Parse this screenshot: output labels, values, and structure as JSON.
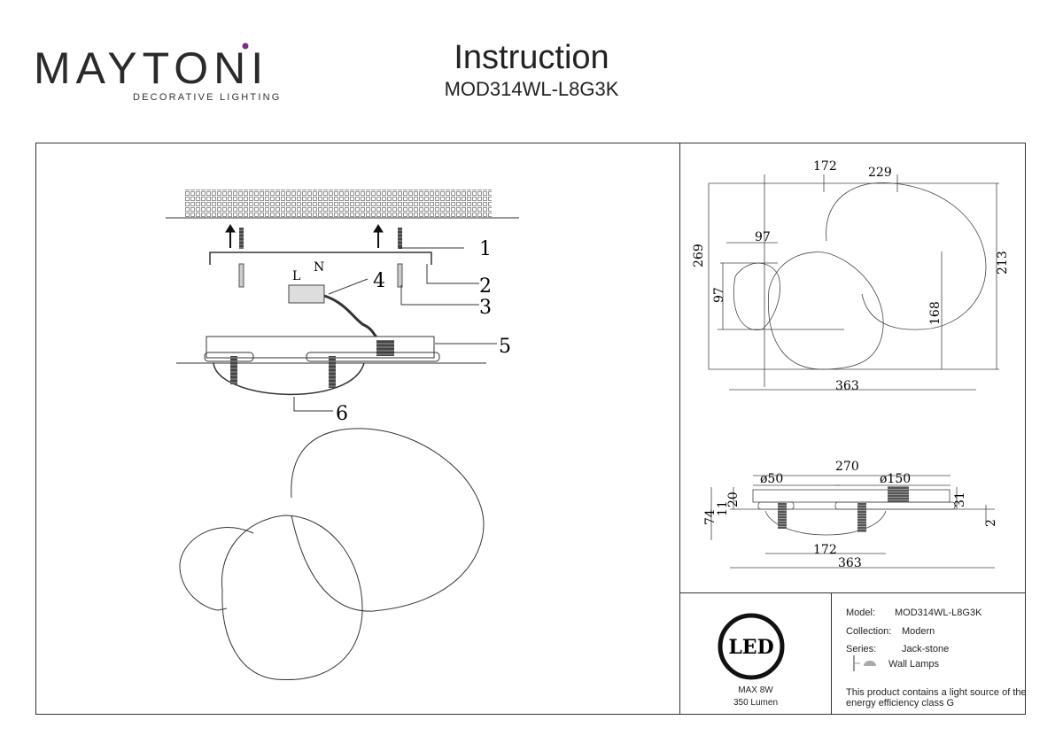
{
  "brand": {
    "name": "MAYTONI",
    "tagline": "DECORATIVE LIGHTING"
  },
  "header": {
    "title": "Instruction",
    "model": "MOD314WL-L8G3K"
  },
  "assembly": {
    "callouts": [
      "1",
      "2",
      "3",
      "4",
      "5",
      "6"
    ],
    "terminal_labels": {
      "live": "L",
      "neutral": "N"
    }
  },
  "front_view": {
    "dims": {
      "top_left": "172",
      "top_right": "229",
      "small_width": "97",
      "overall_height": "269",
      "small_height": "97",
      "right_height": "213",
      "middle_height": "168",
      "overall_width": "363"
    }
  },
  "side_view": {
    "dims": {
      "top_width": "270",
      "dia_small": "ø50",
      "dia_large": "ø150",
      "h_20": "20",
      "h_11": "11",
      "h_74": "74",
      "h_31": "31",
      "h_2": "2",
      "bottom_width": "172",
      "overall_width": "363"
    }
  },
  "specs": {
    "led_label": "LED",
    "power": "MAX 8W",
    "lumen": "350 Lumen",
    "model_label": "Model:",
    "model_value": "MOD314WL-L8G3K",
    "collection_label": "Collection:",
    "collection_value": "Modern",
    "series_label": "Series:",
    "series_value": "Jack-stone",
    "type_value": "Wall Lamps",
    "energy_note_1": "This product contains a light source of the",
    "energy_note_2": "energy efficiency class G"
  }
}
